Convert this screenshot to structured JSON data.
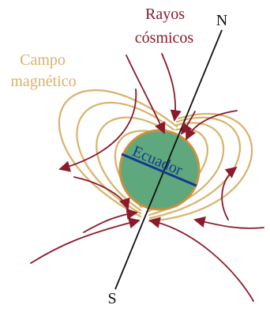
{
  "labels": {
    "cosmic_rays_line1": "Rayos",
    "cosmic_rays_line2": "cósmicos",
    "field_line1": "Campo",
    "field_line2": "magnético",
    "north": "N",
    "south": "S",
    "equator": "Ecuador"
  },
  "colors": {
    "field_lines": "#d8b26a",
    "cosmic_rays": "#8b1a2b",
    "earth_fill": "#5fa77c",
    "earth_outline": "#c7923e",
    "equator": "#123a8f",
    "axis": "#111111",
    "text_dark": "#111111",
    "text_field": "#d8b26a",
    "text_rays": "#8b1a2b"
  }
}
